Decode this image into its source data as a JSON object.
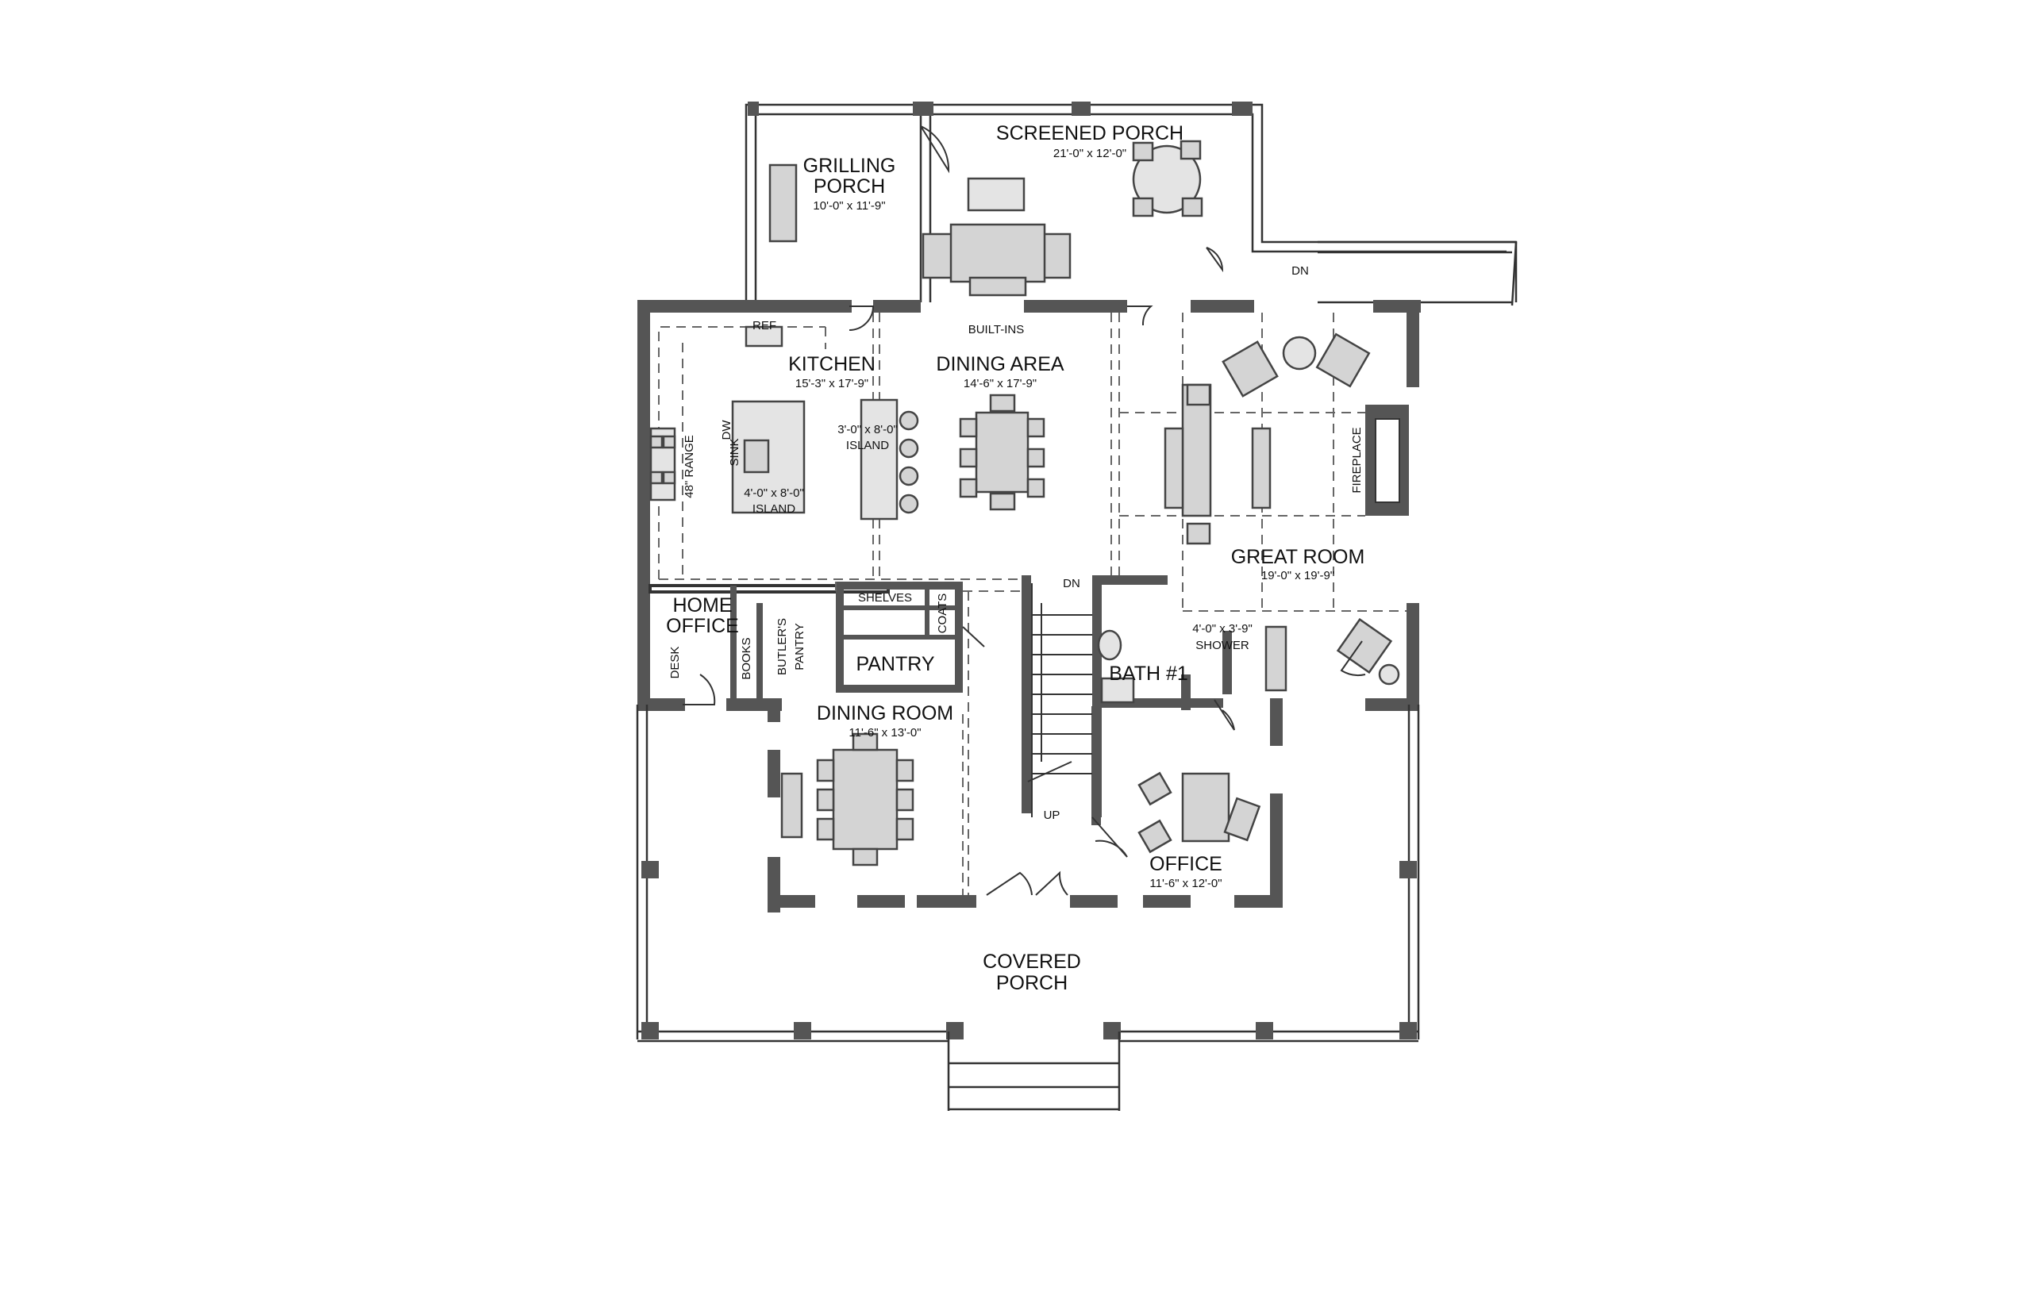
{
  "rooms": {
    "screened_porch": {
      "name": "SCREENED PORCH",
      "dim": "21'-0\" x 12'-0\""
    },
    "grilling_porch": {
      "name_line1": "GRILLING",
      "name_line2": "PORCH",
      "dim": "10'-0\" x 11'-9\""
    },
    "kitchen": {
      "name": "KITCHEN",
      "dim": "15'-3\" x 17'-9\""
    },
    "dining_area": {
      "name": "DINING AREA",
      "dim": "14'-6\" x 17'-9\""
    },
    "great_room": {
      "name": "GREAT ROOM",
      "dim": "19'-0\" x 19'-9\""
    },
    "home_office": {
      "name_line1": "HOME",
      "name_line2": "OFFICE"
    },
    "pantry": {
      "name": "PANTRY"
    },
    "dining_room": {
      "name": "DINING ROOM",
      "dim": "11'-6\" x 13'-0\""
    },
    "bath1": {
      "name": "BATH #1"
    },
    "office": {
      "name": "OFFICE",
      "dim": "11'-6\" x 12'-0\""
    },
    "covered_porch": {
      "name_line1": "COVERED",
      "name_line2": "PORCH"
    }
  },
  "labels": {
    "ref": "REF",
    "built_ins": "BUILT-INS",
    "dn_deck": "DN",
    "dn_stair": "DN",
    "up_stair": "UP",
    "sink": "SINK",
    "dw": "DW",
    "range": "48\" RANGE",
    "island1_dim": "4'-0\" x 8'-0\"",
    "island1_name": "ISLAND",
    "island2_dim": "3'-0\" x 8'-0\"",
    "island2_name": "ISLAND",
    "fireplace": "FIREPLACE",
    "shelves": "SHELVES",
    "coats": "COATS",
    "desk": "DESK",
    "books": "BOOKS",
    "butlers_line1": "BUTLER'S",
    "butlers_line2": "PANTRY",
    "shower_dim": "4'-0\" x 3'-9\"",
    "shower": "SHOWER"
  },
  "colors": {
    "wall": "#444444",
    "furniture": "#d4d4d4",
    "line": "#333333"
  }
}
